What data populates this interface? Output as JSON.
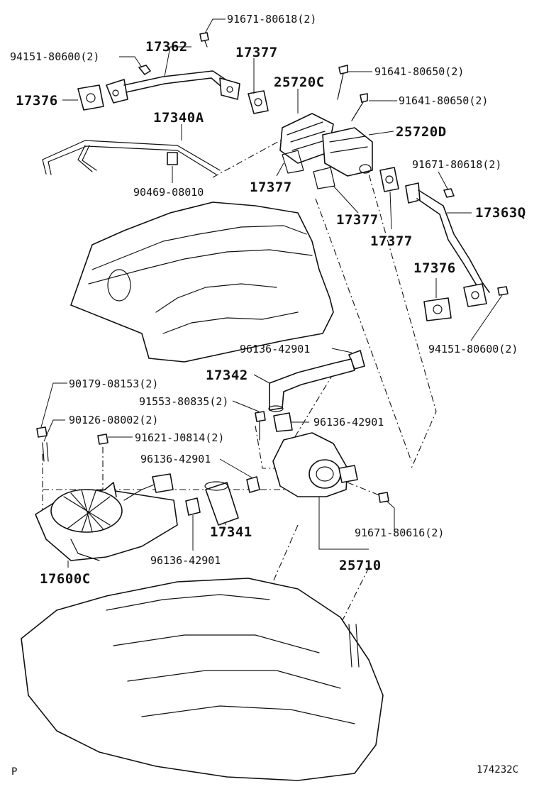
{
  "labels": {
    "p_91671_80618_top": "91671-80618(2)",
    "p_17362": "17362",
    "p_94151_80600_left": "94151-80600(2)",
    "p_17377_top": "17377",
    "p_17376_left": "17376",
    "p_25720C": "25720C",
    "p_91641_80650_a": "91641-80650(2)",
    "p_91641_80650_b": "91641-80650(2)",
    "p_17340A": "17340A",
    "p_25720D": "25720D",
    "p_90469_08010": "90469-08010",
    "p_17377_mid": "17377",
    "p_91671_80618_right": "91671-80618(2)",
    "p_17377_low": "17377",
    "p_17363Q": "17363Q",
    "p_17377_right": "17377",
    "p_17376_right": "17376",
    "p_96136_42901_a": "96136-42901",
    "p_94151_80600_right": "94151-80600(2)",
    "p_17342": "17342",
    "p_90179_08153": "90179-08153(2)",
    "p_91553_80835": "91553-80835(2)",
    "p_96136_42901_b": "96136-42901",
    "p_90126_08002": "90126-08002(2)",
    "p_91621_J0814": "91621-J0814(2)",
    "p_96136_42901_c": "96136-42901",
    "p_17341": "17341",
    "p_91671_80616": "91671-80616(2)",
    "p_96136_42901_d": "96136-42901",
    "p_17600C": "17600C",
    "p_25710": "25710"
  },
  "footer": {
    "left_mark": "P",
    "diagram_code": "174232C"
  }
}
